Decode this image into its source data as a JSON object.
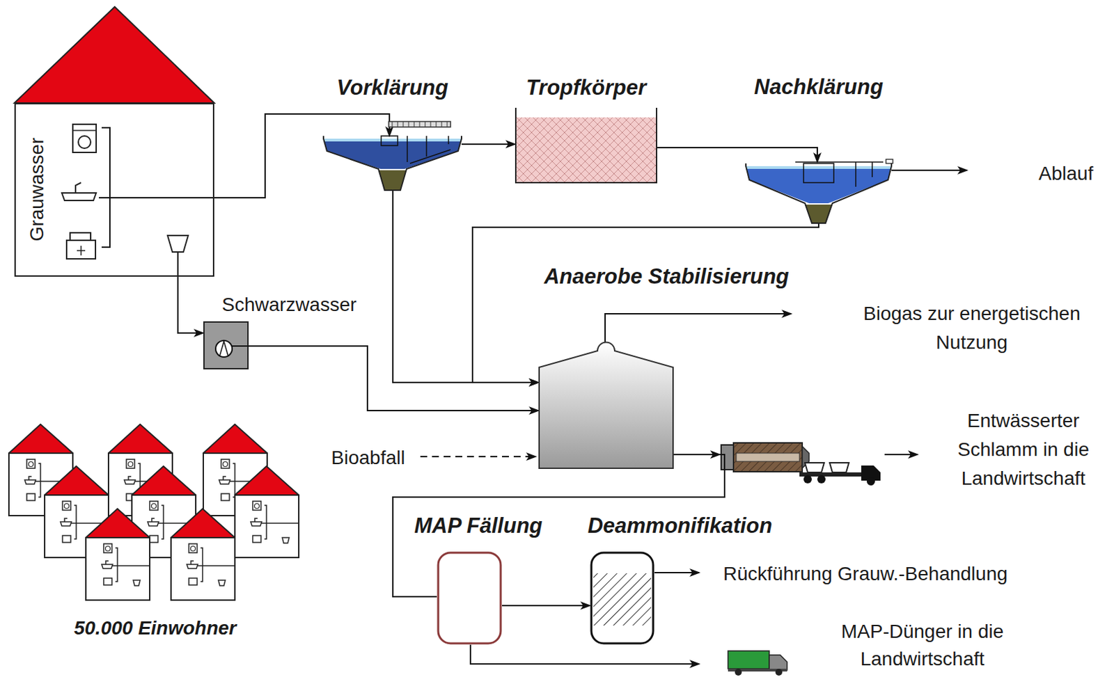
{
  "diagram": {
    "nodes": [
      {
        "text": [
          "Grauwasser"
        ]
      },
      {
        "text": [
          "Vorklärung"
        ]
      },
      {
        "text": [
          "Tropfkörper"
        ]
      },
      {
        "text": [
          "Nachklärung"
        ]
      },
      {
        "text": [
          "Schwarzwasser"
        ]
      },
      {
        "text": [
          "Anaerobe Stabilisierung"
        ]
      },
      {
        "text": [
          "MAP Fällung"
        ]
      },
      {
        "text": [
          "Deammonifikation"
        ]
      }
    ],
    "edges": [
      {
        "from": 0,
        "to": 1,
        "arrow": "to"
      },
      {
        "from": 0,
        "to": 4,
        "arrow": "to"
      },
      {
        "from": 1,
        "to": 2,
        "arrow": "to"
      },
      {
        "from": 2,
        "to": 3,
        "arrow": "to"
      },
      {
        "from": 1,
        "to": 5,
        "arrow": "to"
      },
      {
        "from": 3,
        "to": 5,
        "arrow": "to"
      },
      {
        "from": 4,
        "to": 5,
        "arrow": "to"
      },
      {
        "from": 5,
        "to": 6,
        "arrow": "none"
      },
      {
        "from": 6,
        "to": 7,
        "arrow": "to"
      }
    ],
    "labels": [
      "Ablauf",
      "Biogas zur energetischen Nutzung",
      "Bioabfall",
      "Entwässerter Schlamm in die Landwirtschaft",
      "Rückführung Grauw.-Behandlung",
      "MAP-Dünger in die Landwirtschaft",
      "50.000 Einwohner"
    ]
  }
}
